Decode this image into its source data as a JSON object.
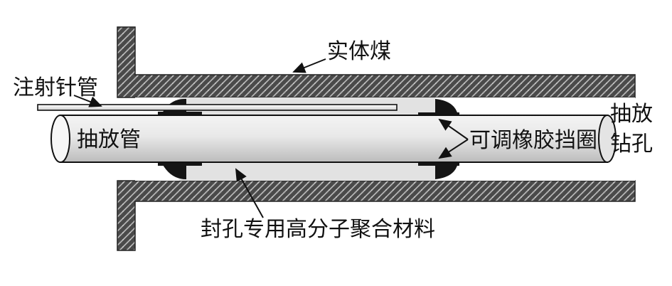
{
  "labels": {
    "coal": "实体煤",
    "injection_pipe": "注射针管",
    "extraction_pipe": "抽放管",
    "borehole_line1": "抽放",
    "borehole_line2": "钻孔",
    "rubber_ring": "可调橡胶挡圈",
    "sealing_material": "封孔专用高分子聚合材料"
  }
}
